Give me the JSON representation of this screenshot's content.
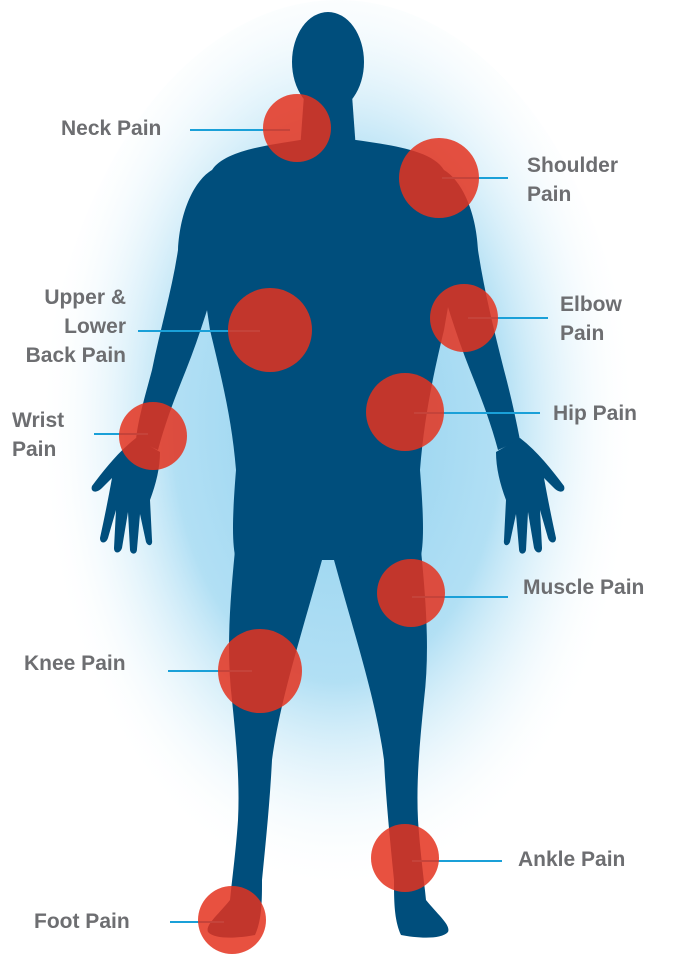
{
  "colors": {
    "body": "#004e7c",
    "glow": "#8fd0ef",
    "spot": "#e4321e",
    "leader": "#1aa0d8",
    "label": "#6d6e71"
  },
  "labels": {
    "neck": [
      "Neck Pain"
    ],
    "shoulder": [
      "Shoulder",
      "Pain"
    ],
    "back": [
      "Upper &",
      "Lower",
      "Back Pain"
    ],
    "elbow": [
      "Elbow",
      "Pain"
    ],
    "wrist": [
      "Wrist",
      "Pain"
    ],
    "hip": [
      "Hip Pain"
    ],
    "muscle": [
      "Muscle Pain"
    ],
    "knee": [
      "Knee Pain"
    ],
    "ankle": [
      "Ankle Pain"
    ],
    "foot": [
      "Foot Pain"
    ]
  }
}
